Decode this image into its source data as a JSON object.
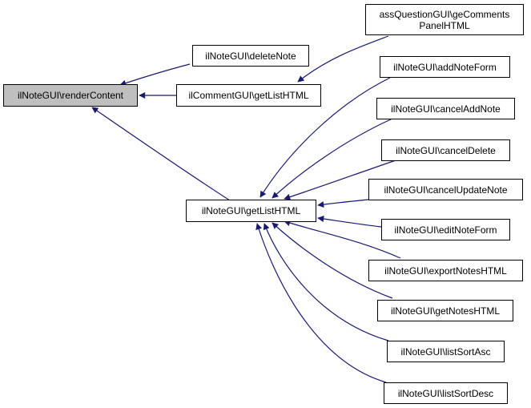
{
  "diagram": {
    "type": "call-graph",
    "edge_color": "#191970",
    "root": {
      "id": "renderContent",
      "label": "ilNoteGUI\\renderContent"
    },
    "nodes": [
      {
        "id": "renderContent",
        "label": "ilNoteGUI\\renderContent"
      },
      {
        "id": "deleteNote",
        "label": "ilNoteGUI\\deleteNote"
      },
      {
        "id": "commentGetListHTML",
        "label": "ilCommentGUI\\getListHTML"
      },
      {
        "id": "getListHTML",
        "label": "ilNoteGUI\\getListHTML"
      },
      {
        "id": "geCommentsPanelHTML",
        "label": "assQuestionGUI\\geComments\nPanelHTML"
      },
      {
        "id": "addNoteForm",
        "label": "ilNoteGUI\\addNoteForm"
      },
      {
        "id": "cancelAddNote",
        "label": "ilNoteGUI\\cancelAddNote"
      },
      {
        "id": "cancelDelete",
        "label": "ilNoteGUI\\cancelDelete"
      },
      {
        "id": "cancelUpdateNote",
        "label": "ilNoteGUI\\cancelUpdateNote"
      },
      {
        "id": "editNoteForm",
        "label": "ilNoteGUI\\editNoteForm"
      },
      {
        "id": "exportNotesHTML",
        "label": "ilNoteGUI\\exportNotesHTML"
      },
      {
        "id": "getNotesHTML",
        "label": "ilNoteGUI\\getNotesHTML"
      },
      {
        "id": "listSortAsc",
        "label": "ilNoteGUI\\listSortAsc"
      },
      {
        "id": "listSortDesc",
        "label": "ilNoteGUI\\listSortDesc"
      }
    ],
    "edges": [
      {
        "from": "deleteNote",
        "to": "renderContent"
      },
      {
        "from": "commentGetListHTML",
        "to": "renderContent"
      },
      {
        "from": "getListHTML",
        "to": "renderContent"
      },
      {
        "from": "geCommentsPanelHTML",
        "to": "commentGetListHTML"
      },
      {
        "from": "addNoteForm",
        "to": "getListHTML"
      },
      {
        "from": "cancelAddNote",
        "to": "getListHTML"
      },
      {
        "from": "cancelDelete",
        "to": "getListHTML"
      },
      {
        "from": "cancelUpdateNote",
        "to": "getListHTML"
      },
      {
        "from": "editNoteForm",
        "to": "getListHTML"
      },
      {
        "from": "exportNotesHTML",
        "to": "getListHTML"
      },
      {
        "from": "getNotesHTML",
        "to": "getListHTML"
      },
      {
        "from": "listSortAsc",
        "to": "getListHTML"
      },
      {
        "from": "listSortDesc",
        "to": "getListHTML"
      }
    ]
  }
}
